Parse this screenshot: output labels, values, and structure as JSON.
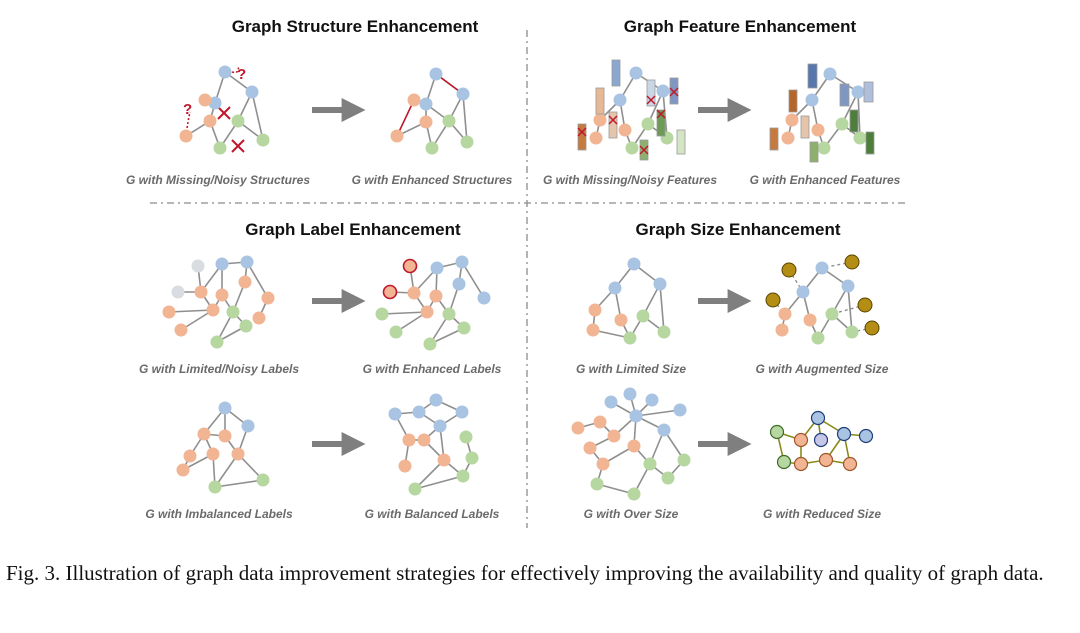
{
  "panels": {
    "structure": {
      "title": "Graph Structure Enhancement",
      "left_label": "G with Missing/Noisy Structures",
      "right_label": "G with Enhanced Structures",
      "question_mark": "?"
    },
    "feature": {
      "title": "Graph Feature Enhancement",
      "left_label": "G with Missing/Noisy Features",
      "right_label": "G with Enhanced Features"
    },
    "label": {
      "title": "Graph Label Enhancement",
      "row1_left": "G with Limited/Noisy Labels",
      "row1_right": "G with Enhanced Labels",
      "row2_left": "G with Imbalanced Labels",
      "row2_right": "G with Balanced Labels"
    },
    "size": {
      "title": "Graph Size Enhancement",
      "row1_left": "G with Limited Size",
      "row1_right": "G with Augmented Size",
      "row2_left": "G with Over Size",
      "row2_right": "G with Reduced Size"
    }
  },
  "caption": "Fig. 3.  Illustration of graph data improvement strategies for effectively improving the availability and quality of graph data.",
  "colors": {
    "node_blue": "#a9c4e2",
    "node_orange": "#f2b594",
    "node_green": "#b7d7a0",
    "node_gray": "#d9dde2",
    "node_gold": "#b38d14",
    "edge": "#8f8f8f",
    "highlight_red": "#c0182a",
    "arrow": "#7f7f7f",
    "divider": "#8c8c8c"
  }
}
